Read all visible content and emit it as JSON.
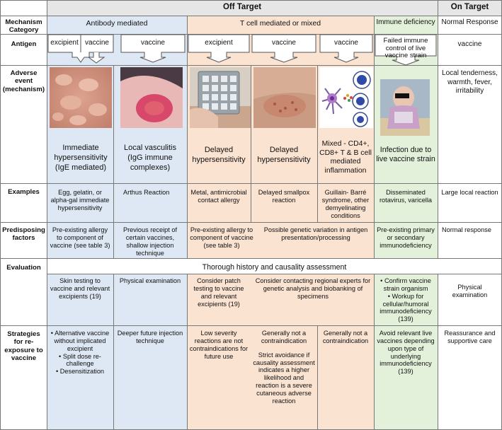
{
  "header": {
    "off_target": "Off Target",
    "on_target": "On Target"
  },
  "rows": {
    "mechanism": "Mechanism Category",
    "antigen": "Antigen",
    "adverse": "Adverse event (mechanism)",
    "examples": "Examples",
    "predisposing": "Predisposing factors",
    "evaluation": "Evaluation",
    "strategies": "Strategies for re-exposure to vaccine"
  },
  "mechanism": {
    "antibody": "Antibody mediated",
    "tcell": "T cell mediated or mixed",
    "immune": "Immune deficiency",
    "normal": "Normal Response"
  },
  "antigen": {
    "excipient1": "excipient",
    "vaccine1": "vaccine",
    "vaccine2": "vaccine",
    "excipient2": "excipient",
    "vaccine3": "vaccine",
    "vaccine4": "vaccine",
    "failed": "Failed immune control of live vaccine strain",
    "normal": "vaccine"
  },
  "adverse": {
    "immediate": "Immediate hypersensitivity (IgE mediated)",
    "vasculitis": "Local vasculitis (IgG immune complexes)",
    "delayed1": "Delayed hypersensitivity",
    "delayed2": "Delayed hypersensitivity",
    "mixed": "Mixed - CD4+, CD8+ T & B cell mediated inflammation",
    "infection": "Infection due to live vaccine strain",
    "normal": "Local tenderness, warmth, fever, irritability"
  },
  "examples": {
    "c1": "Egg, gelatin, or alpha-gal immediate hypersensitivity",
    "c2": "Arthus Reaction",
    "c3": "Metal, antimicrobial contact allergy",
    "c4": "Delayed smallpox reaction",
    "c5": "Guillain- Barré syndrome, other demyelinating conditions",
    "c6": "Disseminated rotavirus, varicella",
    "c7": "Large local reaction"
  },
  "predisposing": {
    "c1": "Pre-existing allergy to component of vaccine (see table 3)",
    "c2": "Previous receipt of certain vaccines, shallow injection technique",
    "c3": "Pre-existing allergy to component of vaccine (see table 3)",
    "c45": "Possible genetic variation in antigen presentation/processing",
    "c6": "Pre-existing primary or secondary immunodeficiency",
    "c7": "Normal response"
  },
  "evaluation": {
    "header": "Thorough history and causality assessment",
    "c1": "Skin testing to vaccine and relevant excipients (19)",
    "c2": "Physical examination",
    "c3": "Consider patch testing to vaccine and relevant excipients (19)",
    "c45": "Consider contacting regional experts for genetic analysis and biobanking of specimens",
    "c6a": "Confirm vaccine strain organism",
    "c6b": "Workup for cellular/humoral immunodeficiency (139)",
    "c7": "Physical examination"
  },
  "strategies": {
    "c1a": "Alternative vaccine without implicated excipient",
    "c1b": "Split dose re-challenge",
    "c1c": "Desensitization",
    "c2": "Deeper future injection technique",
    "c3": "Low severity reactions are not contraindications for future use",
    "c4a": "Generally not a contraindication",
    "c4b": "Strict avoidance if causality assessment indicates a higher likelihood and reaction is a severe cutaneous adverse reaction",
    "c5": "Generally not a contraindication",
    "c6": "Avoid relevant live vaccines depending upon type of underlying immunodeficiency (139)",
    "c7": "Reassurance and supportive care"
  },
  "colors": {
    "blue": "#dde8f4",
    "orange": "#fbe3d2",
    "green": "#e3f0da",
    "header_gray": "#e6e6e6"
  }
}
